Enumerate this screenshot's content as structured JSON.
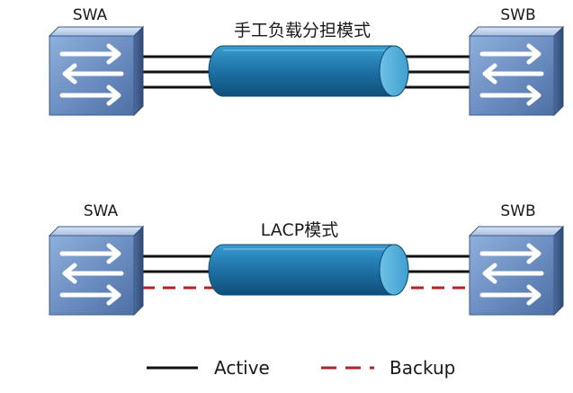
{
  "diagram": {
    "title_manual": "手工负载分担模式",
    "title_lacp": "LACP模式",
    "switch_left_label": "SWA",
    "switch_right_label": "SWB"
  },
  "legend": {
    "active_label": "Active",
    "backup_label": "Backup"
  },
  "colors": {
    "active_line": "#111111",
    "backup_line": "#b22222",
    "bundle_fill": "#1f7fb5",
    "switch_face": "#6f8fbf"
  },
  "icons": {
    "switch": "switch-icon",
    "bundle": "link-bundle-icon"
  }
}
